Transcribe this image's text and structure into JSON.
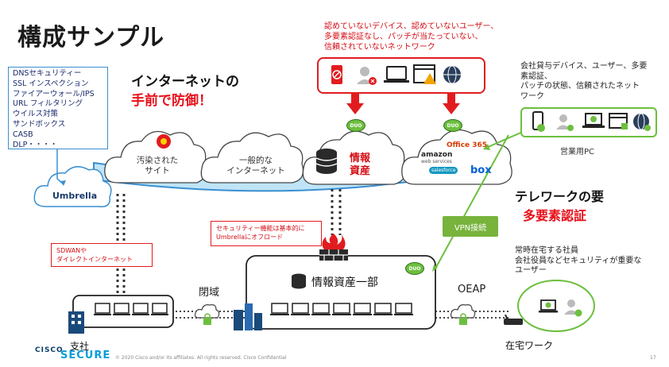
{
  "title": "構成サンプル",
  "services_list": [
    "DNSセキュリティー",
    "SSL インスペクション",
    "ファイアーウォール/IPS",
    "URL フィルタリング",
    "ウイルス対策",
    "サンドボックス",
    "CASB",
    "DLP・・・・"
  ],
  "internet_heading": {
    "line1": "インターネットの",
    "line2": "手前で防御！"
  },
  "untrusted": {
    "text": [
      "認めていないデバイス、認めていないユーザー、",
      "多要素認証なし、パッチが当たっていない、",
      "信頼されていないネットワーク"
    ],
    "icons": [
      "phone-blocked-icon",
      "user-blocked-icon",
      "laptop-icon",
      "browser-warning-icon",
      "globe-icon"
    ]
  },
  "trusted": {
    "text": [
      "会社貸与デバイス、ユーザー、多要",
      "素認証、",
      "パッチの状態、信頼されたネット",
      "ワーク"
    ],
    "icons": [
      "phone-check-icon",
      "user-check-icon",
      "laptop-check-icon",
      "browser-check-icon",
      "globe-check-icon"
    ],
    "label": "営業用PC"
  },
  "clouds": {
    "infected": [
      "汚染された",
      "サイト"
    ],
    "general": [
      "一般的な",
      "インターネット"
    ],
    "info": [
      "情報",
      "資産"
    ],
    "saas": {
      "office": "Office 365",
      "amazon": "amazon",
      "aws": "web services",
      "salesforce": "salesforce",
      "box": "box"
    }
  },
  "umbrella": "Umbrella",
  "duo_label": "DUO",
  "telework": {
    "line1": "テレワークの要",
    "line2": "多要素認証"
  },
  "remote_users": [
    "常時在宅する社員",
    "会社役員などセキュリティが重要な",
    "ユーザー"
  ],
  "vpn_label": "VPN接続",
  "sdwan_label": [
    "SDWANや",
    "ダイレクトインターネット"
  ],
  "security_offload": [
    "セキュリティー機能は基本的に",
    "Umbrellaにオフロード"
  ],
  "closed_network": "閉域",
  "oeap": "OEAP",
  "datacenter_label": "情報資産一部",
  "branch_label": "支社",
  "wfh_label": "在宅ワーク",
  "footer": "© 2020 Cisco and/or its affiliates. All rights reserved. Cisco Confidential",
  "page_number": "17",
  "brand": {
    "cisco": "CISCO",
    "secure": "SECURE"
  },
  "colors": {
    "accent_red": "#e11c20",
    "accent_green": "#6cbf3e",
    "accent_blue": "#3a8fd1",
    "cisco_blue": "#049fd9"
  }
}
